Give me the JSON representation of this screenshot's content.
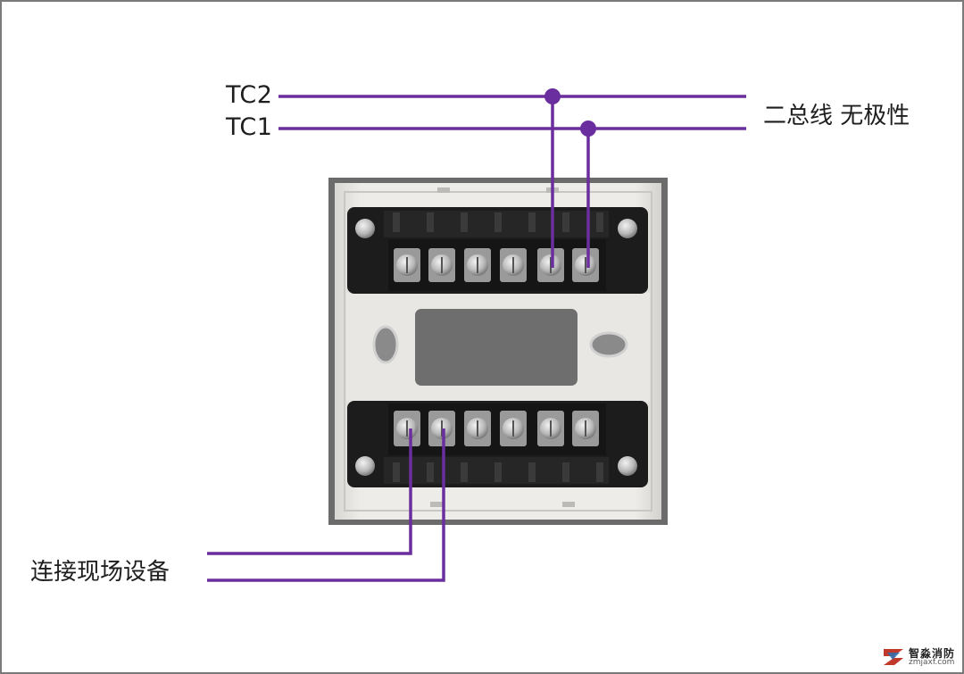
{
  "labels": {
    "tc2": "TC2",
    "tc1": "TC1",
    "bus": "二总线 无极性",
    "field": "连接现场设备"
  },
  "watermark": {
    "name": "智淼消防",
    "url": "zmjaxf.com",
    "logo_icon": "zm-logo-icon"
  },
  "colors": {
    "wire": "#6a2e9e",
    "device_frame": "#6b6b6b",
    "device_face": "#e6e4e0",
    "terminal_block": "#1c1c1c",
    "screw": "#bfbfbf",
    "window": "#6e6e6e"
  },
  "terminals": {
    "top_count": 6,
    "bottom_count": 6
  }
}
